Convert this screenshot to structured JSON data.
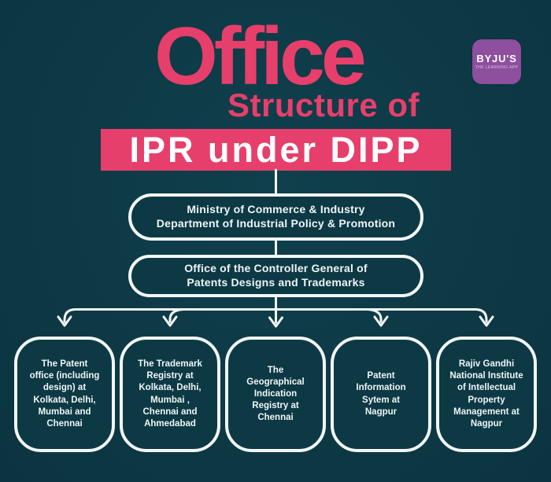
{
  "colors": {
    "background": "#0d3945",
    "accent_pink": "#e73f6b",
    "line_white": "#f2f7f8",
    "logo_purple": "#8d4f9e",
    "text_white": "#ffffff"
  },
  "title": {
    "word_main": "Office",
    "word_sub": "Structure of",
    "banner": "IPR under DIPP"
  },
  "logo": {
    "name": "BYJU'S",
    "tagline": "THE LEARNING APP"
  },
  "diagram": {
    "type": "org-flowchart",
    "root": "Ministry of Commerce & Industry\nDepartment of Industrial Policy & Promotion",
    "level2": "Office of the Controller General of\nPatents Designs and Trademarks",
    "leaves": [
      "The Patent\noffice (including\ndesign) at\nKolkata, Delhi,\nMumbai and\nChennai",
      "The Trademark\nRegistry at\nKolkata, Delhi,\nMumbai ,\nChennai and\nAhmedabad",
      "The\nGeographical\nIndication\nRegistry at\nChennai",
      "Patent\nInformation\nSytem at\nNagpur",
      "Rajiv Gandhi\nNational Institute\nof Intellectual\nProperty\nManagement at\nNagpur"
    ]
  }
}
